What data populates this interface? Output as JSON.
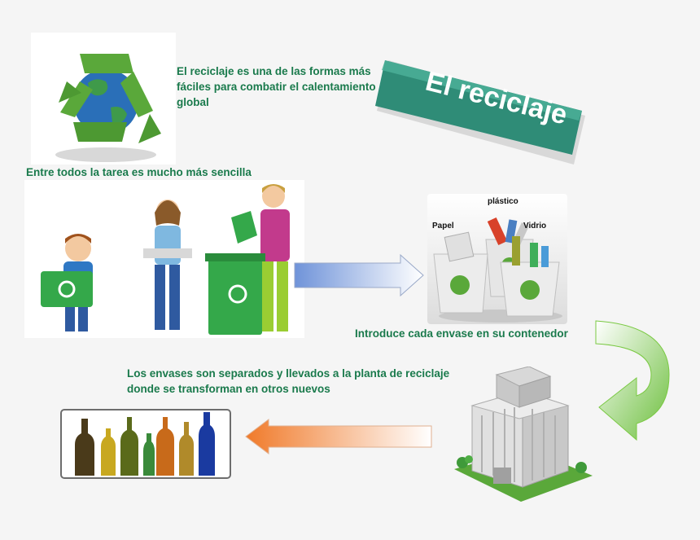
{
  "banner": {
    "title": "El reciclaje"
  },
  "intro": {
    "text": "El reciclaje es una de las formas más fáciles para combatir el calentamiento global"
  },
  "together": {
    "text": "Entre todos la tarea es mucho más sencilla"
  },
  "bins": {
    "labels": {
      "plastic": "plástico",
      "paper": "Papel",
      "glass": "Vidrio"
    }
  },
  "introduce": {
    "text": "Introduce cada envase en su contenedor"
  },
  "separated": {
    "text": "Los envases son separados y llevados a  la planta de reciclaje donde se transforman en otros nuevos"
  },
  "colors": {
    "text_green": "#1a7a4c",
    "recycle_green": "#5aa83a",
    "banner_teal": "#2f8c77",
    "arrow_blue": "#6f93d9",
    "arrow_orange": "#f07a2a",
    "curve_green": "#7ac943"
  }
}
